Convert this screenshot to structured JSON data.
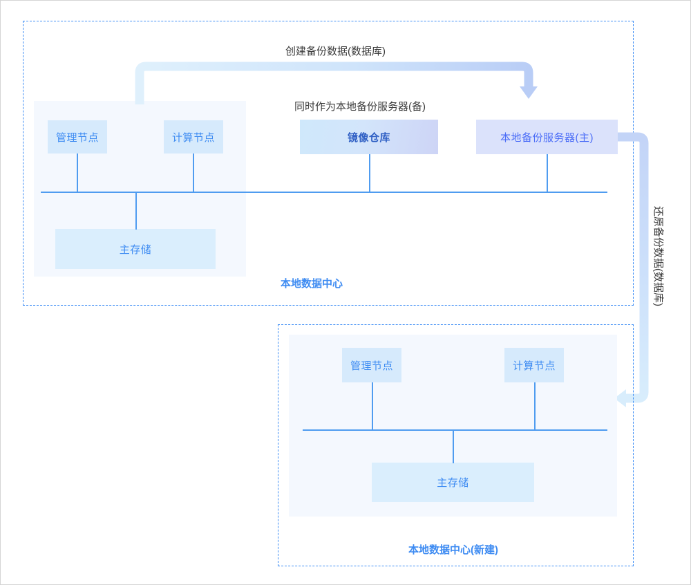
{
  "diagram": {
    "title_backup_flow": "创建备份数据(数据库)",
    "title_restore_flow": "还原备份数据(数据库)",
    "note_registry": "同时作为本地备份服务器(备)",
    "colors": {
      "accent_blue": "#3d8bf2",
      "line_blue": "#4f9cf0",
      "dashed_border": "#3d8df5",
      "node_fill": "#d6eafc",
      "panel_fill": "#f4f8fe",
      "backup_fill": "#dbe2fb",
      "arrow_light": "#d6ecfb",
      "arrow_strong": "#b9cdf6",
      "text_dark": "#3b3b3b",
      "page_bg": "#ffffff"
    }
  },
  "regions": [
    {
      "id": "local-dc",
      "label": "本地数据中心",
      "nodes": [
        {
          "id": "mgmt-node",
          "label": "管理节点"
        },
        {
          "id": "compute-node",
          "label": "计算节点"
        },
        {
          "id": "image-registry",
          "label": "镜像仓库"
        },
        {
          "id": "backup-server",
          "label": "本地备份服务器(主)"
        },
        {
          "id": "primary-storage",
          "label": "主存储"
        }
      ]
    },
    {
      "id": "local-dc-new",
      "label": "本地数据中心(新建)",
      "nodes": [
        {
          "id": "mgmt-node-new",
          "label": "管理节点"
        },
        {
          "id": "compute-node-new",
          "label": "计算节点"
        },
        {
          "id": "primary-storage-new",
          "label": "主存储"
        }
      ]
    }
  ]
}
